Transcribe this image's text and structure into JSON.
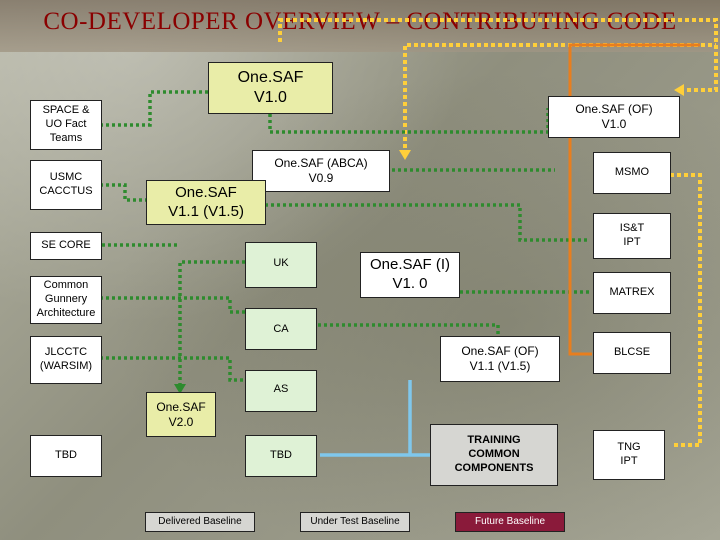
{
  "title": "CO-DEVELOPER OVERVIEW – CONTRIBUTING CODE",
  "boxes": {
    "onesaf_v10": "One.SAF\nV1.0",
    "onesaf_of_v10": "One.SAF (OF)\nV1.0",
    "space_uo": "SPACE &\nUO Fact\nTeams",
    "usmc_cacctus": "USMC\nCACCTUS",
    "onesaf_abca": "One.SAF (ABCA)\nV0.9",
    "msmo": "MSMO",
    "onesaf_v11": "One.SAF\nV1.1 (V1.5)",
    "ist_ipt": "IS&T\nIPT",
    "se_core": "SE CORE",
    "uk": "UK",
    "onesaf_i": "One.SAF (I)\nV1. 0",
    "common_gunnery": "Common\nGunnery\nArchitecture",
    "matrex": "MATREX",
    "ca": "CA",
    "jlcctc": "JLCCTC\n(WARSIM)",
    "onesaf_of_v11": "One.SAF (OF)\nV1.1 (V1.5)",
    "blcse": "BLCSE",
    "as": "AS",
    "onesaf_v20": "One.SAF\nV2.0",
    "tbd_left": "TBD",
    "tbd_mid": "TBD",
    "training_common": "TRAINING\nCOMMON\nCOMPONENTS",
    "tng_ipt": "TNG\nIPT"
  },
  "legend": {
    "delivered": "Delivered Baseline",
    "under_test": "Under Test Baseline",
    "future": "Future Baseline"
  },
  "colors": {
    "title": "#8a0000",
    "delivered_line": "#2e8b2e",
    "under_test_line": "#7fc7ec",
    "future_line": "#ffcf3a",
    "orange_line": "#e87e1e",
    "future_legend_box": "#8a1a3a"
  }
}
